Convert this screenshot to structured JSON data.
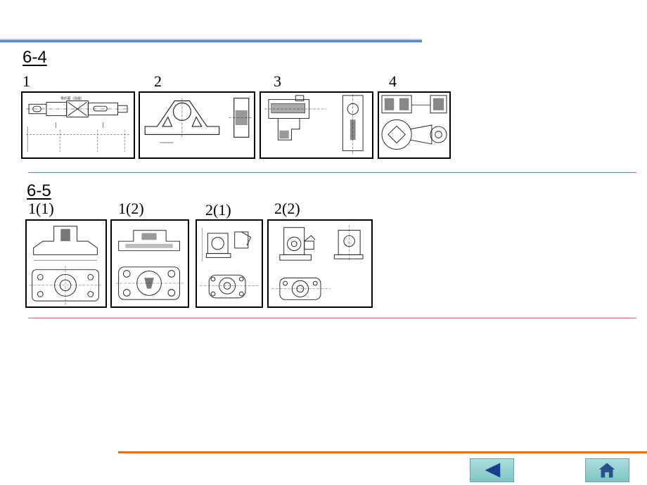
{
  "section_a": {
    "title": "6-4",
    "items": [
      {
        "label": "1",
        "thumb_text": "零件图（局部）"
      },
      {
        "label": "2"
      },
      {
        "label": "3"
      },
      {
        "label": "4"
      }
    ]
  },
  "section_b": {
    "title": "6-5",
    "items": [
      {
        "label": "1(1)"
      },
      {
        "label": "1(2)"
      },
      {
        "label": "2(1)"
      },
      {
        "label": "2(2)"
      }
    ]
  },
  "navigation": {
    "back_icon": "triangle-left-icon",
    "home_icon": "house-icon"
  },
  "colors": {
    "top_rule": "#2f63b5",
    "divider": "#c86a6a",
    "bottom_rule": "#e0701c",
    "nav_button": "#8fcdcd"
  }
}
